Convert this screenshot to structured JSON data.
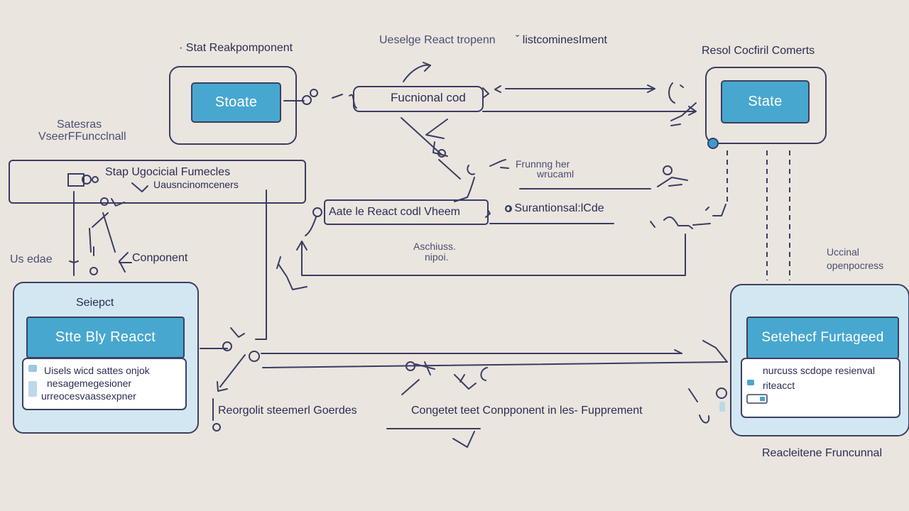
{
  "colors": {
    "background": "#ebe5df",
    "line": "#3a3c62",
    "panel_fill": "#d3e7f3",
    "panel_stroke": "#3b4060",
    "title_fill": "#48a7cf",
    "node_dot": "#3d9ad1"
  },
  "labels": {
    "top_left": "· Stat Reakpomponent",
    "top_center_a": "Ueselge  React tropenn",
    "top_center_b": "ˇ listcominesIment",
    "top_right": "Resol Cocfiril Comerts",
    "left_note_1": "Satesras",
    "left_note_2": "VseerFFuncclnall",
    "wide_box_1": "Stap  Ugocicial Fumecles",
    "wide_box_2": "Uausncinomceners",
    "functional": "Fucnional cod",
    "running_1": "Frunnng her",
    "running_2": "wrucaml",
    "mid_box": "Aate  le React codl   Vheem",
    "subfunctional": "o  Surantionsal:lCde",
    "aschiuss_1": "Aschiuss.",
    "aschiuss_2": "nipoi.",
    "us_edae": "Us edae",
    "conponent": "Conponent",
    "uccinal_1": "Uccinal",
    "uccinal_2": "openpocress",
    "bottom_left": "Reorgolit steemerl Goerdes",
    "bottom_center": "Congetet teet Conpponent in  les- Fupprement",
    "bottom_right": "Reacleitene Fruncunnal"
  },
  "state_left": {
    "title": "Stoate"
  },
  "state_right": {
    "title": "State"
  },
  "left_panel": {
    "caption": "Seiepct",
    "title": "Stte Bly Reacct",
    "lines": [
      "Uisels wicd  sattes onjok",
      "nesagemegesioner",
      "urreocesvaassexpner"
    ]
  },
  "right_panel": {
    "title": "Setehecf Furtageed",
    "lines": [
      "nurcuss scdope resienval",
      "riteacct"
    ]
  }
}
